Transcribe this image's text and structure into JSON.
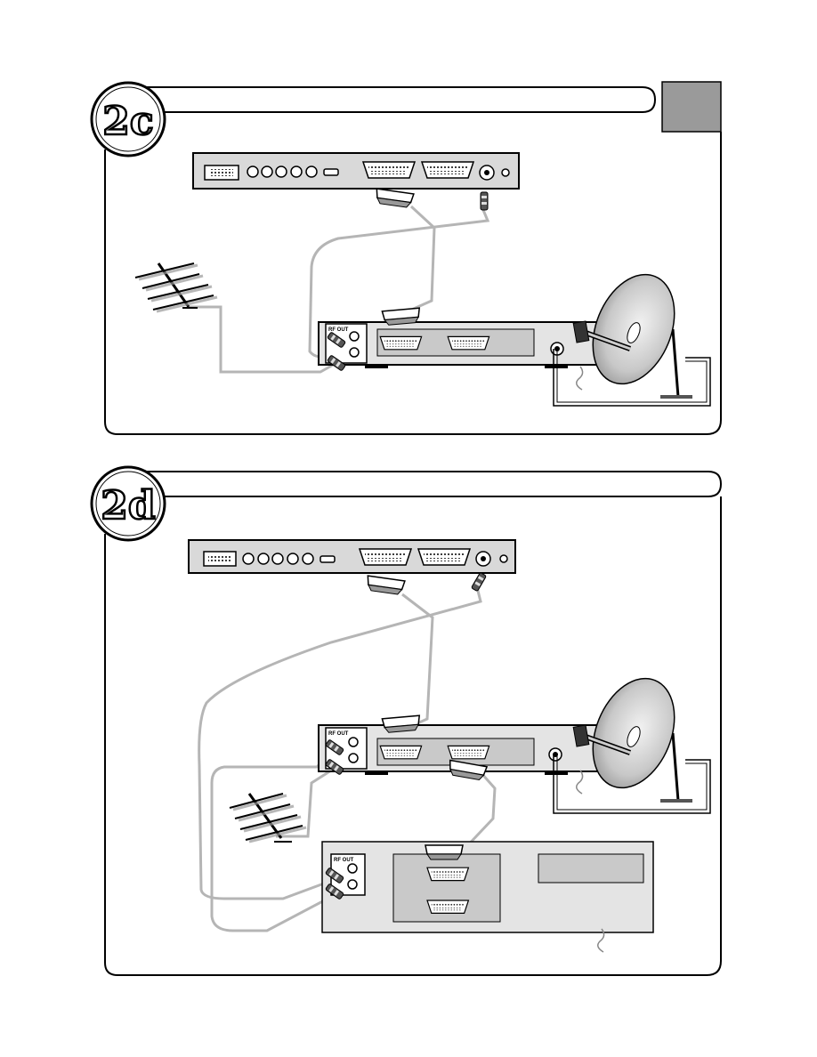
{
  "panels": [
    {
      "badge": "2c",
      "rf_label": "RF OUT"
    },
    {
      "badge": "2d",
      "rf_label": "RF OUT",
      "recorder_rf_label": "RF OUT"
    }
  ],
  "colors": {
    "cable": "#b0b0b0",
    "panel_bg": "#d9d9d9",
    "device_bg": "#e4e4e4",
    "outline": "#000000",
    "gray_tab": "#9a9a9a"
  }
}
